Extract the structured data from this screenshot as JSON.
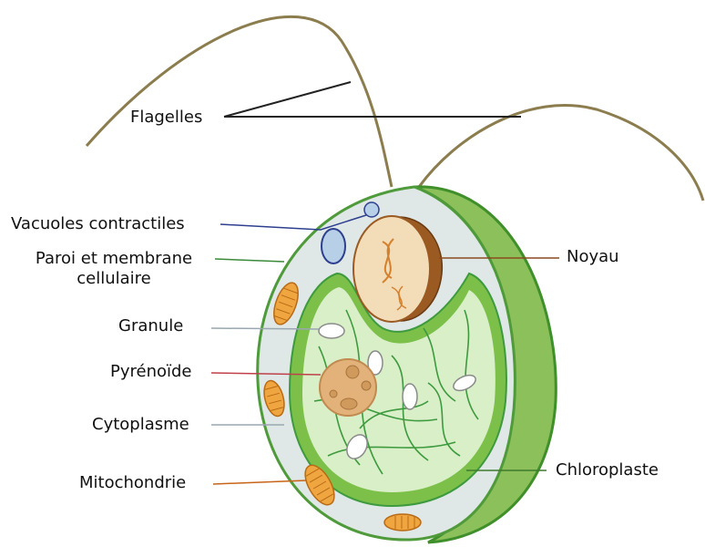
{
  "labels": {
    "flagelles": "Flagelles",
    "vacuoles": "Vacuoles contractiles",
    "paroi_line1": "Paroi et membrane",
    "paroi_line2": "cellulaire",
    "granule": "Granule",
    "pyrenoide": "Pyrénoïde",
    "cytoplasme": "Cytoplasme",
    "mitochondrie": "Mitochondrie",
    "noyau": "Noyau",
    "chloroplaste": "Chloroplaste"
  },
  "colors": {
    "flagellum": "#8c7d4f",
    "cell_wall_side": "#8cc05a",
    "cell_wall_edge": "#3f8f2a",
    "cytoplasm": "#dfe8e6",
    "chloroplast_outer": "#7cc04a",
    "chloroplast_inner": "#d8efc8",
    "thylakoid": "#3e9a3e",
    "nucleus": "#f3dcb8",
    "nucleus_side": "#9a5a22",
    "pyrenoid": "#e2b27a",
    "mitochondrion": "#f0a640",
    "vacuole": "#b8cfe8",
    "leader_vacuole": "#2e3f8f",
    "leader_paroi": "#3b8a3b",
    "leader_noyau": "#8a4a20",
    "leader_pyrenoide": "#c0404a",
    "leader_mito": "#c86418",
    "leader_grey": "#9aa7b0"
  }
}
